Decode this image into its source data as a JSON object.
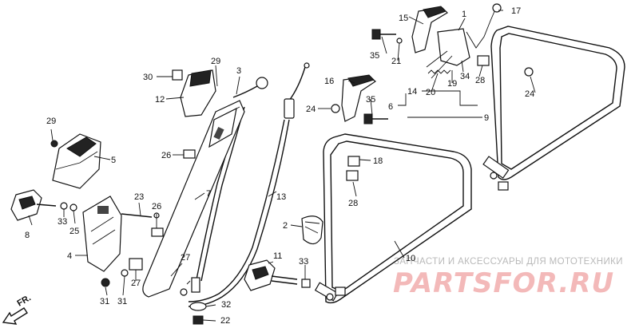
{
  "callouts": [
    {
      "id": "c1",
      "text": "1"
    },
    {
      "id": "c2",
      "text": "2"
    },
    {
      "id": "c3",
      "text": "3"
    },
    {
      "id": "c4",
      "text": "4"
    },
    {
      "id": "c5",
      "text": "5"
    },
    {
      "id": "c6",
      "text": "6"
    },
    {
      "id": "c7",
      "text": "7"
    },
    {
      "id": "c8",
      "text": "8"
    },
    {
      "id": "c9",
      "text": "9"
    },
    {
      "id": "c10",
      "text": "10"
    },
    {
      "id": "c11",
      "text": "11"
    },
    {
      "id": "c12",
      "text": "12"
    },
    {
      "id": "c13",
      "text": "13"
    },
    {
      "id": "c14",
      "text": "14"
    },
    {
      "id": "c15",
      "text": "15"
    },
    {
      "id": "c16",
      "text": "16"
    },
    {
      "id": "c17",
      "text": "17"
    },
    {
      "id": "c18",
      "text": "18"
    },
    {
      "id": "c19",
      "text": "19"
    },
    {
      "id": "c20",
      "text": "20"
    },
    {
      "id": "c21",
      "text": "21"
    },
    {
      "id": "c22",
      "text": "22"
    },
    {
      "id": "c23",
      "text": "23"
    },
    {
      "id": "c24a",
      "text": "24"
    },
    {
      "id": "c24b",
      "text": "24"
    },
    {
      "id": "c25",
      "text": "25"
    },
    {
      "id": "c26a",
      "text": "26"
    },
    {
      "id": "c26b",
      "text": "26"
    },
    {
      "id": "c27a",
      "text": "27"
    },
    {
      "id": "c27b",
      "text": "27"
    },
    {
      "id": "c28a",
      "text": "28"
    },
    {
      "id": "c28b",
      "text": "28"
    },
    {
      "id": "c29a",
      "text": "29"
    },
    {
      "id": "c29b",
      "text": "29"
    },
    {
      "id": "c30",
      "text": "30"
    },
    {
      "id": "c31a",
      "text": "31"
    },
    {
      "id": "c31b",
      "text": "31"
    },
    {
      "id": "c32",
      "text": "32"
    },
    {
      "id": "c33a",
      "text": "33"
    },
    {
      "id": "c33b",
      "text": "33"
    },
    {
      "id": "c34",
      "text": "34"
    },
    {
      "id": "c35a",
      "text": "35"
    },
    {
      "id": "c35b",
      "text": "35"
    }
  ],
  "direction_label": "FR.",
  "watermark": {
    "tagline": "ЗАПЧАСТИ И АКСЕССУАРЫ ДЛЯ МОТОТЕХНИКИ",
    "brand": "PARTSFOR.RU"
  },
  "colors": {
    "ink": "#111111",
    "watermark_brand": "#f3b9b9",
    "watermark_text": "#b9b9b9"
  }
}
